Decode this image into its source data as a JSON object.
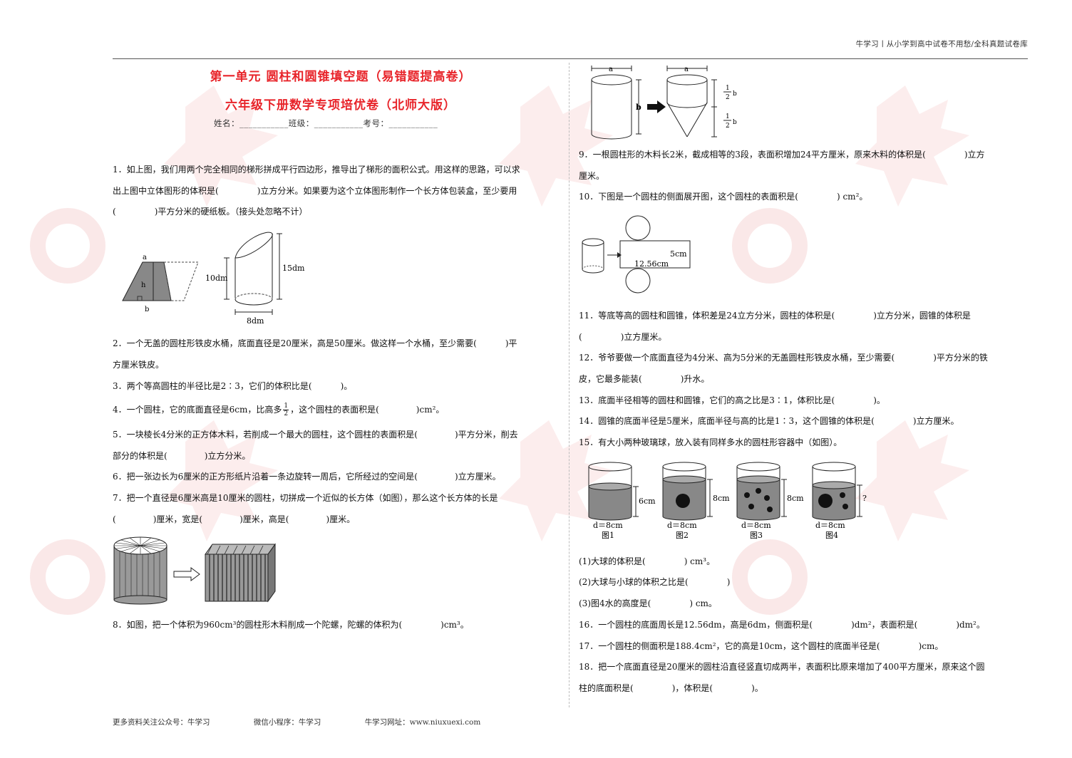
{
  "header": {
    "right_text": "牛学习丨从小学到高中试卷不用愁/全科真题试卷库"
  },
  "titles": {
    "main": "第一单元  圆柱和圆锥填空题（易错题提高卷）",
    "sub": "六年级下册数学专项培优卷（北师大版）",
    "info": "姓名：___________班级：___________考号：___________"
  },
  "questions": {
    "q1a": "1．如上图，我们用两个完全相同的梯形拼成平行四边形，推导出了梯形的面积公式。用这样的思路，可以求",
    "q1b_pre": "出上图中立体图形的体积是(",
    "q1b_post": ")立方分米。如果要为这个立体图形制作一个长方体包装盒，至少要用",
    "q1c_pre": "(",
    "q1c_post": ")平方分米的硬纸板。（接头处忽略不计）",
    "q2a_pre": "2．一个无盖的圆柱形铁皮水桶，底面直径是20厘米，高是50厘米。做这样一个水桶，至少需要(",
    "q2a_post": ")平",
    "q2b": "方厘米铁皮。",
    "q3_pre": "3．两个等高圆柱的半径比是2∶3，它们的体积比是(",
    "q3_post": ")。",
    "q4_pre": "4．一个圆柱，它的底面直径是6cm，比高多",
    "q4_mid": "，这个圆柱的表面积是(",
    "q4_post": ")cm²。",
    "q4_frac_n": "1",
    "q4_frac_d": "2",
    "q5a_pre": "5．一块棱长4分米的正方体木料，若削成一个最大的圆柱，这个圆柱的表面积是(",
    "q5a_post": ")平方分米，削去",
    "q5b_pre": "部分的体积是(",
    "q5b_post": ")立方分米。",
    "q6_pre": "6．把一张边长为6厘米的正方形纸片沿着一条边旋转一周后，它所经过的空间是(",
    "q6_post": ")立方厘米。",
    "q7a": "7．把一个直径是6厘米高是10厘米的圆柱，切拼成一个近似的长方体（如图），那么这个长方体的长是",
    "q7b_1": "(",
    "q7b_2": ")厘米，宽是(",
    "q7b_3": ")厘米，高是(",
    "q7b_4": ")厘米。",
    "q8_pre": "8．如图，把一个体积为960cm³的圆柱形木料削成一个陀螺，陀螺的体积为(",
    "q8_post": ")cm³。",
    "q9a_pre": "9．一根圆柱形的木料长2米，截成相等的3段，表面积增加24平方厘米，原来木料的体积是(",
    "q9a_post": ")立方",
    "q9b": "厘米。",
    "q10_pre": "10．下图是一个圆柱的侧面展开图，这个圆柱的表面积是(",
    "q10_post": ") cm²。",
    "q11a_pre": "11．等底等高的圆柱和圆锥，体积差是24立方分米，圆柱的体积是(",
    "q11a_post": ")立方分米，圆锥的体积是",
    "q11b_pre": "(",
    "q11b_post": ")立方厘米。",
    "q12a_pre": "12．爷爷要做一个底面直径为4分米、高为5分米的无盖圆柱形铁皮水桶，至少需要(",
    "q12a_post": ")平方分米的铁",
    "q12b_pre": "皮，它最多能装(",
    "q12b_post": ")升水。",
    "q13_pre": "13．底面半径相等的圆柱和圆锥，它们的高之比是3∶1，体积比是(",
    "q13_post": ")。",
    "q14_pre": "14．圆锥的底面半径是5厘米，底面半径与高的比是1∶3，这个圆锥的体积是(",
    "q14_post": ")立方厘米。",
    "q15": "15．有大小两种玻璃球，放入装有同样多水的圆柱形容器中（如图）。",
    "q15_1_pre": "(1)大球的体积是(",
    "q15_1_post": ") cm³。",
    "q15_2_pre": "(2)大球与小球的体积之比是(",
    "q15_2_post": ")",
    "q15_3_pre": "(3)图4水的高度是(",
    "q15_3_post": ") cm。",
    "q16_pre": "16．一个圆柱的底面周长是12.56dm，高是6dm，侧面积是(",
    "q16_mid": ")dm²，表面积是(",
    "q16_post": ")dm²。",
    "q17_pre": "17．一个圆柱的侧面积是188.4cm²，它的高是10cm，这个圆柱的底面半径是(",
    "q17_post": ")cm。",
    "q18a": "18．把一个底面直径是20厘米的圆柱沿直径竖直切成两半，表面积比原来增加了400平方厘米，原来这个圆",
    "q18b_1": "柱的底面积是(",
    "q18b_2": ")，体积是(",
    "q18b_3": ")。"
  },
  "figures": {
    "fig1_a": "a",
    "fig1_h": "h",
    "fig1_b": "b",
    "fig1_10dm": "10dm",
    "fig1_15dm": "15dm",
    "fig1_8dm": "8dm",
    "fig9_a1": "a",
    "fig9_a2": "a",
    "fig9_b": "b",
    "fig9_f1n": "1",
    "fig9_f1d": "2",
    "fig9_f1b": "b",
    "fig9_f2n": "1",
    "fig9_f2d": "2",
    "fig9_f2b": "b",
    "fig10_5cm": "5cm",
    "fig10_1256": "12.56cm",
    "fig15_h1": "6cm",
    "fig15_h2": "8cm",
    "fig15_h3": "8cm",
    "fig15_h4": "?",
    "fig15_d1": "d＝8cm",
    "fig15_d2": "d＝8cm",
    "fig15_d3": "d＝8cm",
    "fig15_d4": "d＝8cm",
    "fig15_l1": "图1",
    "fig15_l2": "图2",
    "fig15_l3": "图3",
    "fig15_l4": "图4"
  },
  "footer": {
    "official": "更多资料关注公众号：牛学习",
    "miniapp": "微信小程序：牛学习",
    "website": "牛学习网址：www.niuxuexi.com"
  },
  "colors": {
    "title_red": "#e8242a",
    "watermark": "#f6d5d5"
  }
}
